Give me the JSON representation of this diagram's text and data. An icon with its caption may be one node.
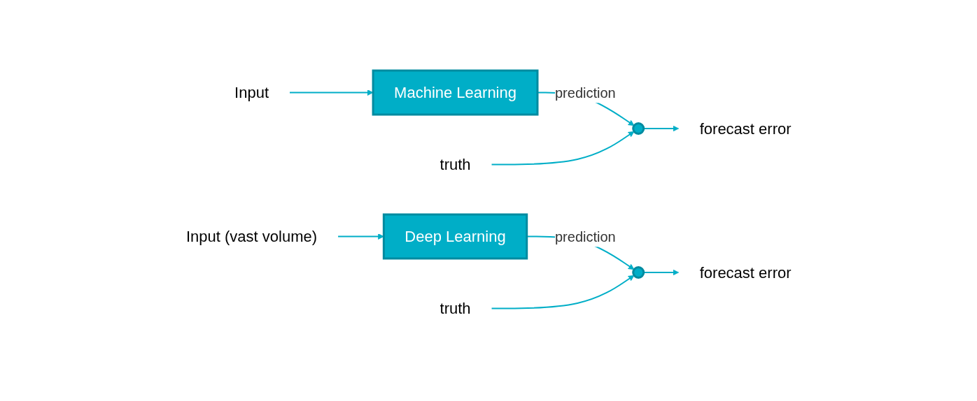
{
  "diagram": {
    "nodes": [
      {
        "text": [
          "Input"
        ]
      },
      {
        "text": [
          "Machine Learning"
        ]
      },
      {
        "text": [],
        "shape": "circle"
      },
      {
        "text": [
          "forecast error"
        ]
      },
      {
        "text": [
          "truth"
        ]
      },
      {
        "text": [
          "Input (vast volume)"
        ]
      },
      {
        "text": [
          "Deep Learning"
        ]
      },
      {
        "text": [],
        "shape": "circle"
      },
      {
        "text": [
          "forecast error"
        ]
      },
      {
        "text": [
          "truth"
        ]
      }
    ],
    "edges": [
      {
        "from": 0,
        "to": 1,
        "arrow": "to"
      },
      {
        "from": 1,
        "to": 2,
        "arrow": "to",
        "label": "prediction"
      },
      {
        "from": 2,
        "to": 3,
        "arrow": "to"
      },
      {
        "from": 4,
        "to": 2,
        "arrow": "to"
      },
      {
        "from": 5,
        "to": 6,
        "arrow": "to"
      },
      {
        "from": 6,
        "to": 7,
        "arrow": "to",
        "label": "prediction"
      },
      {
        "from": 7,
        "to": 8,
        "arrow": "to"
      },
      {
        "from": 9,
        "to": 7,
        "arrow": "to"
      }
    ]
  }
}
